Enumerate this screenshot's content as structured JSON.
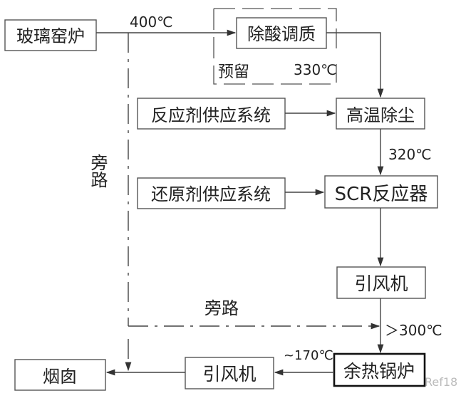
{
  "nodes": {
    "glass_kiln": "玻璃窑炉",
    "deacid": "除酸调质",
    "reserved": "预留",
    "reagent_supply": "反应剂供应系统",
    "hot_dust": "高温除尘",
    "reductant_supply": "还原剂供应系统",
    "scr": "SCR反应器",
    "fan_top": "引风机",
    "boiler": "余热锅炉",
    "fan_bottom": "引风机",
    "chimney": "烟囱"
  },
  "labels": {
    "t400": "400℃",
    "t330": "330℃",
    "t320": "320℃",
    "t300": "＞300℃",
    "t170": "~170℃",
    "bypass_left": "旁路",
    "bypass_bottom": "旁路"
  },
  "watermark": "Ref18"
}
